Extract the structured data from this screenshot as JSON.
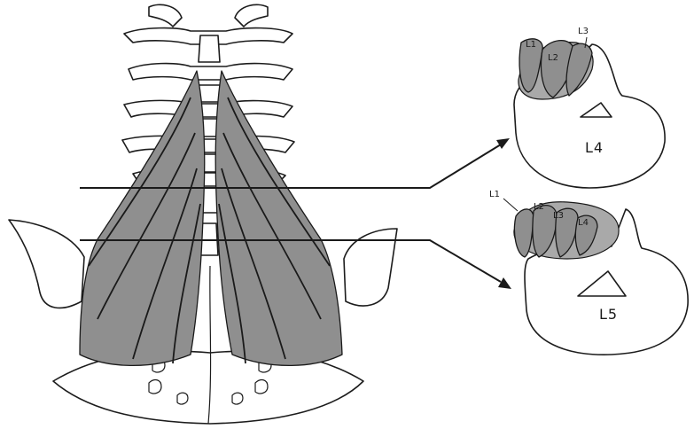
{
  "sections": {
    "upper": {
      "vertebra_label": "L4",
      "fascicle_labels": [
        "L1",
        "L2",
        "L3"
      ]
    },
    "lower": {
      "vertebra_label": "L5",
      "fascicle_labels": [
        "L1",
        "L2",
        "L3",
        "L4"
      ]
    }
  },
  "colors": {
    "muscle": "#8f8f8f",
    "outline": "#1a1a1a",
    "bone": "#ffffff"
  }
}
